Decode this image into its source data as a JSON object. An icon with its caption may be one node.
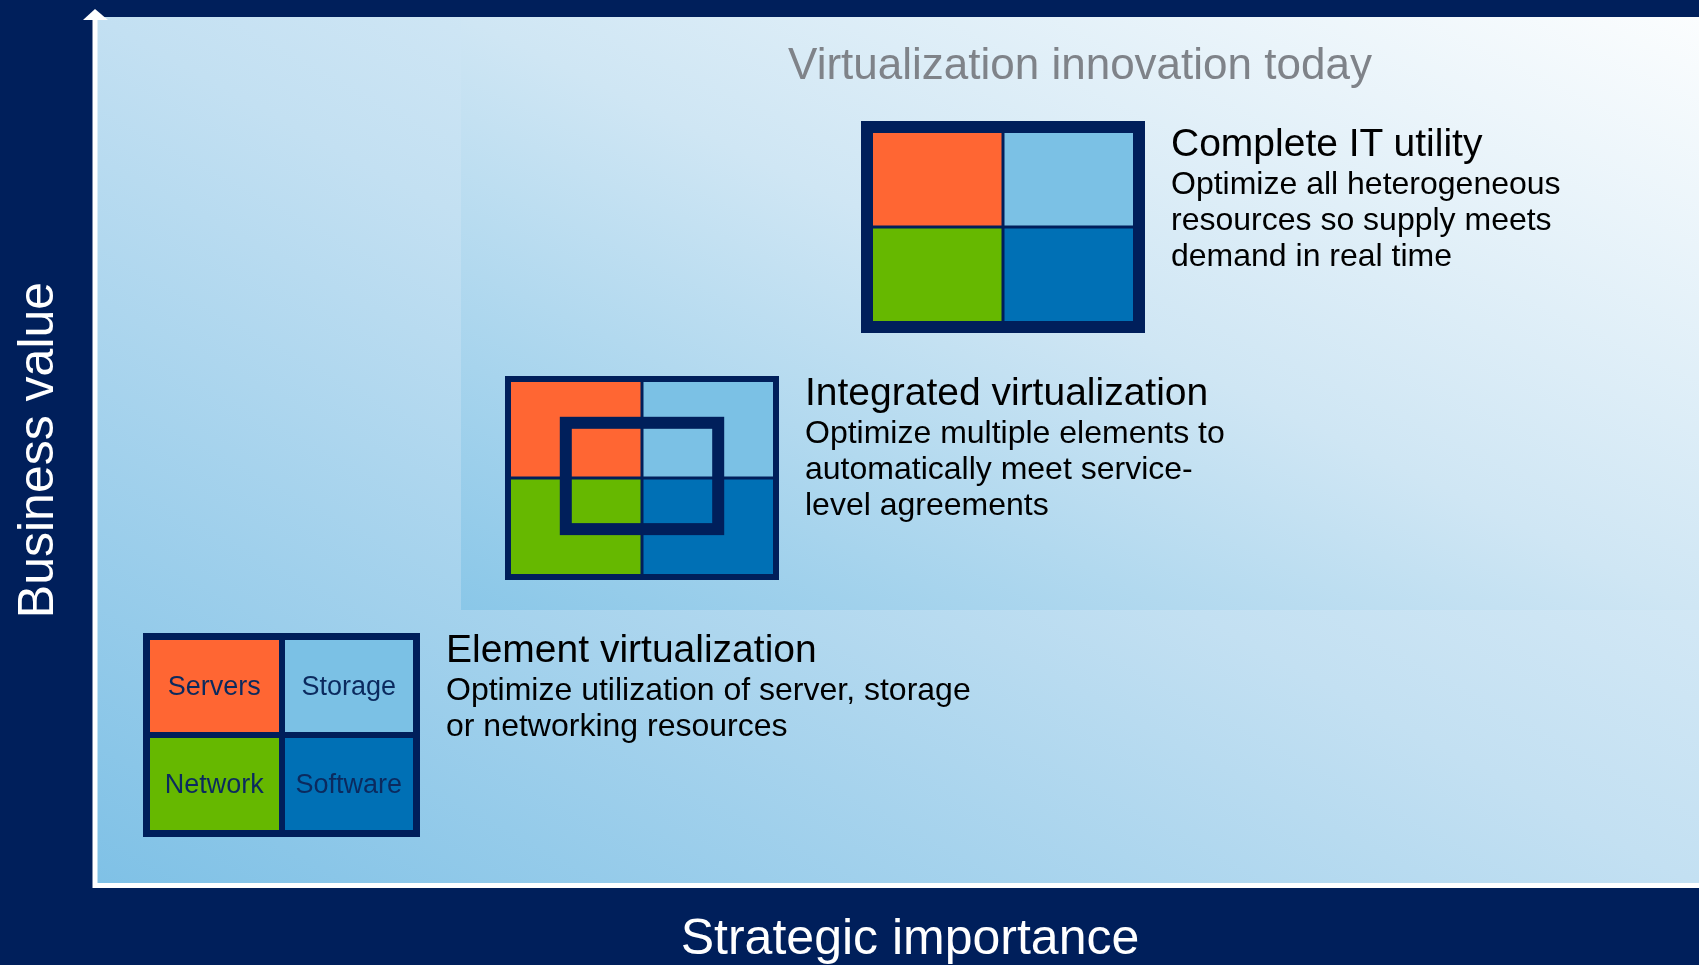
{
  "diagram": {
    "nodes": [
      {
        "text": [
          "Virtualization innovation today"
        ]
      },
      {
        "text": [
          "Complete IT utility",
          "Optimize all heterogeneous resources so supply meets demand in real time"
        ],
        "in": 0
      },
      {
        "text": [
          "Integrated virtualization",
          "Optimize multiple elements to automatically meet service-level agreements"
        ],
        "in": 0
      },
      {
        "text": [
          "Element virtualization",
          "Optimize utilization of server, storage or networking resources"
        ]
      },
      {
        "text": [
          "Servers"
        ],
        "in": 3
      },
      {
        "text": [
          "Storage"
        ],
        "in": 3
      },
      {
        "text": [
          "Network"
        ],
        "in": 3
      },
      {
        "text": [
          "Software"
        ],
        "in": 3
      }
    ],
    "edges": [],
    "labels": [
      "Business value",
      "Strategic importance"
    ]
  }
}
